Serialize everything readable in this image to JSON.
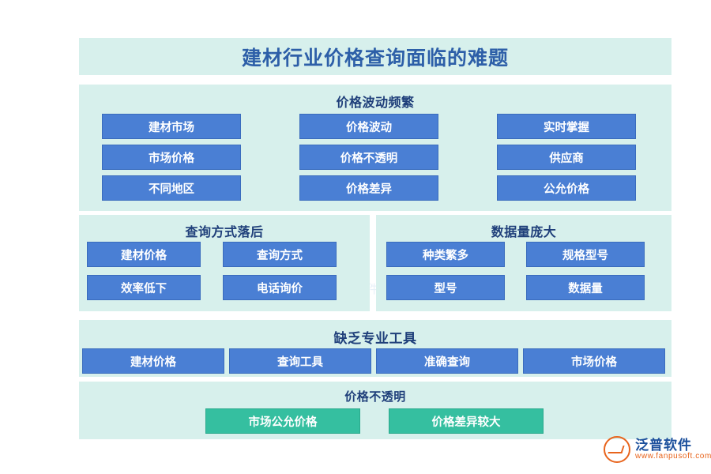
{
  "title": "建材行业价格查询面临的难题",
  "sections": [
    {
      "heading": "价格波动频繁",
      "chips": [
        "建材市场",
        "价格波动",
        "实时掌握",
        "市场价格",
        "价格不透明",
        "供应商",
        "不同地区",
        "价格差异",
        "公允价格"
      ]
    },
    {
      "heading": "查询方式落后",
      "chips": [
        "建材价格",
        "查询方式",
        "效率低下",
        "电话询价"
      ]
    },
    {
      "heading": "数据量庞大",
      "chips": [
        "种类繁多",
        "规格型号",
        "型号",
        "数据量"
      ]
    },
    {
      "heading": "缺乏专业工具",
      "chips": [
        "建材价格",
        "查询工具",
        "准确查询",
        "市场价格"
      ]
    },
    {
      "heading": "价格不透明",
      "chips": [
        "市场公允价格",
        "价格差异较大"
      ]
    }
  ],
  "watermark": {
    "text": "泛普软件"
  },
  "logo": {
    "cn": "泛普软件",
    "en": "www.fanpusoft.com"
  },
  "colors": {
    "panel_bg": "#d7f0ec",
    "chip_blue": "#4a7fd4",
    "chip_green": "#35bfa0",
    "title_text": "#2d5fa8",
    "heading_text": "#1f3f7a",
    "logo_orange": "#e8641c",
    "logo_blue": "#1b4f9c"
  }
}
